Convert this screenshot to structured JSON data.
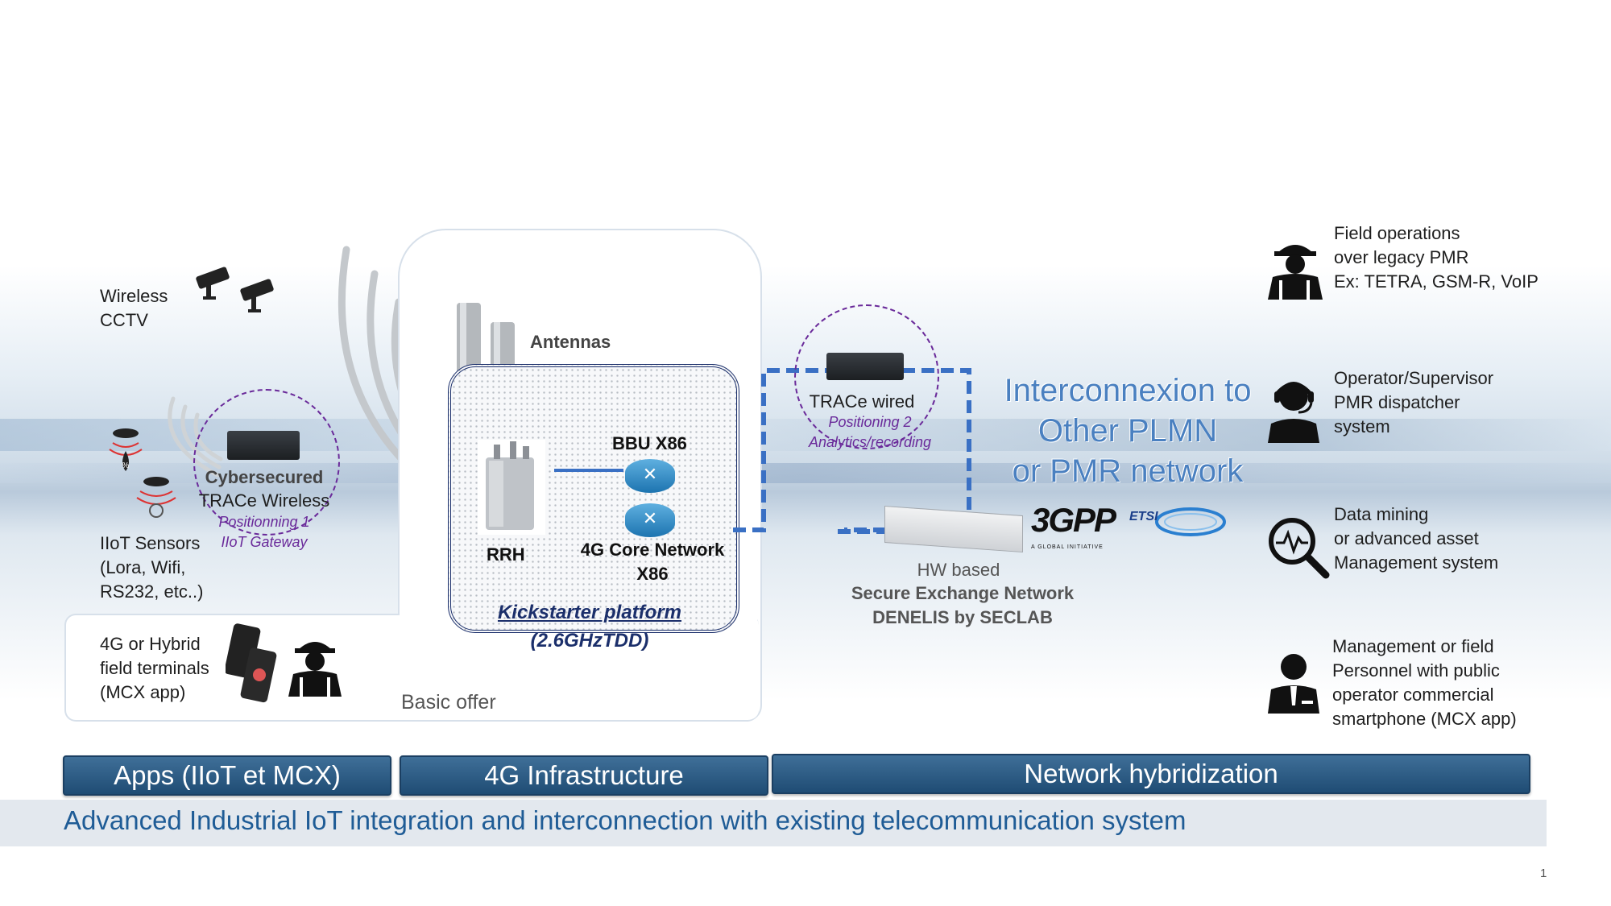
{
  "labels": {
    "wireless_cctv": "Wireless\nCCTV",
    "iiot_sensors": "IIoT Sensors\n(Lora, Wifi,\nRS232, etc..)",
    "terminals": "4G or Hybrid\nfield terminals\n(MCX app)",
    "basic_offer": "Basic offer",
    "cybersecured_1": "Cybersecured",
    "cybersecured_2": "TRACe Wireless",
    "positioning_1": "Positionning 1",
    "iiot_gateway": "IIoT Gateway",
    "antennas": "Antennas",
    "bbu": "BBU X86",
    "rrh": "RRH",
    "core_network": "4G Core Network\nX86",
    "kickstarter": "Kickstarter platform",
    "frequency": "(2.6GHzTDD)",
    "trace_wired": "TRACe wired",
    "positioning_2": "Positioning 2",
    "analytics": "Analytics/recording",
    "interconnexion": "Interconnexion to\nOther PLMN\nor PMR network",
    "hw_based": "HW based",
    "secure_exchange": "Secure Exchange Network",
    "denelis": "DENELIS by SECLAB",
    "logo_3gpp": "3GPP",
    "logo_3gpp_sub": "A GLOBAL INITIATIVE",
    "logo_etsi": "ETSI",
    "field_ops": "Field operations\nover legacy PMR\nEx: TETRA, GSM-R, VoIP",
    "operator": "Operator/Supervisor\nPMR dispatcher\nsystem",
    "data_mining": "Data mining\nor advanced asset\nManagement system",
    "management": "Management or field\nPersonnel with public\noperator commercial\nsmartphone (MCX app)"
  },
  "tabs": {
    "apps": "Apps (IIoT et MCX)",
    "infra": "4G Infrastructure",
    "hybrid": "Network hybridization"
  },
  "footer": "Advanced Industrial IoT integration and interconnection with existing telecommunication system",
  "page_number": "1",
  "colors": {
    "tab_blue": "#2a587f",
    "footer_text": "#1f5c96",
    "purple": "#6a2a9a",
    "navy": "#1b2f6b",
    "dashed_link": "#3a70c4"
  }
}
